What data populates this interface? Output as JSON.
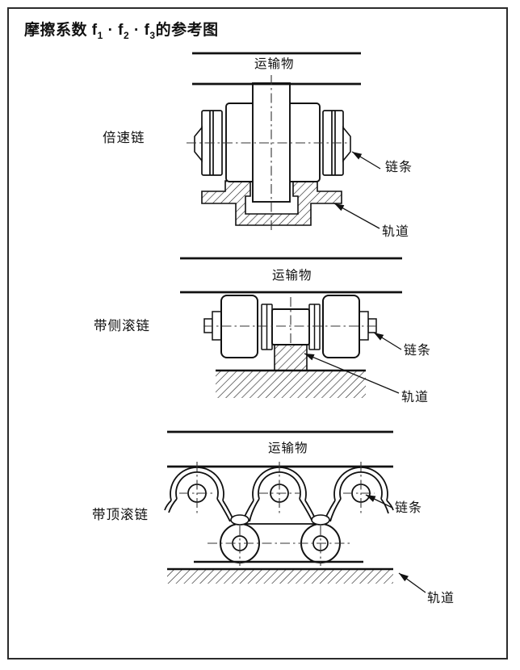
{
  "title": {
    "prefix": "摩擦系数 f",
    "sub1": "1",
    "mid1": " · f",
    "sub2": "2",
    "mid2": " · f",
    "sub3": "3",
    "suffix": "的参考图"
  },
  "sections": [
    {
      "name": "倍速链",
      "load_label": "运输物",
      "chain_label": "链条",
      "track_label": "轨道"
    },
    {
      "name": "带侧滚链",
      "load_label": "运输物",
      "chain_label": "链条",
      "track_label": "轨道"
    },
    {
      "name": "带顶滚链",
      "load_label": "运输物",
      "chain_label": "链条",
      "track_label": "轨道"
    }
  ],
  "colors": {
    "line": "#111111",
    "centerline": "#333333",
    "hatch": "#222222",
    "background": "#ffffff",
    "border": "#2b2b2b"
  }
}
